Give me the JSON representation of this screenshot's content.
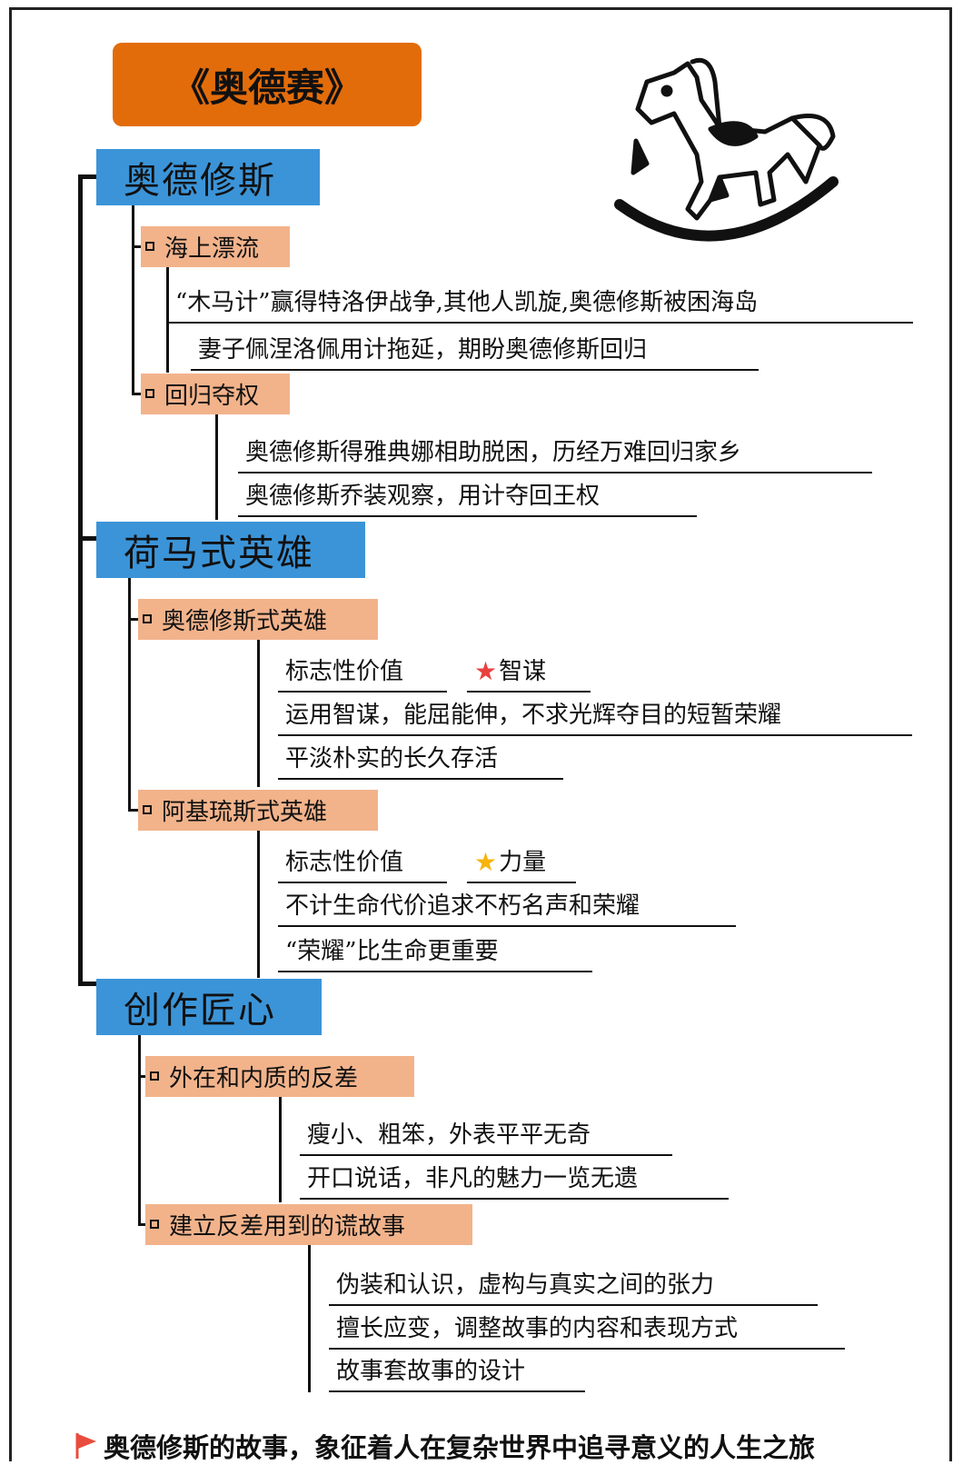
{
  "title": "《奥德赛》",
  "icons": {
    "horse": "rocking-horse-icon",
    "flag": "flag-icon"
  },
  "colors": {
    "level1": "#3b94d8",
    "level2": "#f2b38b",
    "title_bg": "#e36c0a",
    "star_red": "#e8423f",
    "star_gold": "#f6b40e",
    "flag": "#e84c3d"
  },
  "sections": [
    {
      "label": "奥德修斯",
      "subs": [
        {
          "label": "海上漂流",
          "items": [
            "“木马计”赢得特洛伊战争,其他人凯旋,奥德修斯被困海岛",
            "妻子佩涅洛佩用计拖延，期盼奥德修斯回归"
          ]
        },
        {
          "label": "回归夺权",
          "items": [
            "奥德修斯得雅典娜相助脱困，历经万难回归家乡",
            "奥德修斯乔装观察，用计夺回王权"
          ]
        }
      ]
    },
    {
      "label": "荷马式英雄",
      "subs": [
        {
          "label": "奥德修斯式英雄",
          "value_label": "标志性价值",
          "value_text": "智谋",
          "items": [
            "运用智谋，能屈能伸，不求光辉夺目的短暂荣耀",
            "平淡朴实的长久存活"
          ]
        },
        {
          "label": "阿基琉斯式英雄",
          "value_label": "标志性价值",
          "value_text": "力量",
          "items": [
            "不计生命代价追求不朽名声和荣耀",
            "“荣耀”比生命更重要"
          ]
        }
      ]
    },
    {
      "label": "创作匠心",
      "subs": [
        {
          "label": "外在和内质的反差",
          "items": [
            "瘦小、粗笨，外表平平无奇",
            "开口说话，非凡的魅力一览无遗"
          ]
        },
        {
          "label": "建立反差用到的谎故事",
          "items": [
            "伪装和认识，虚构与真实之间的张力",
            "擅长应变，调整故事的内容和表现方式",
            "故事套故事的设计"
          ]
        }
      ]
    }
  ],
  "footer": "奥德修斯的故事，象征着人在复杂世界中追寻意义的人生之旅"
}
